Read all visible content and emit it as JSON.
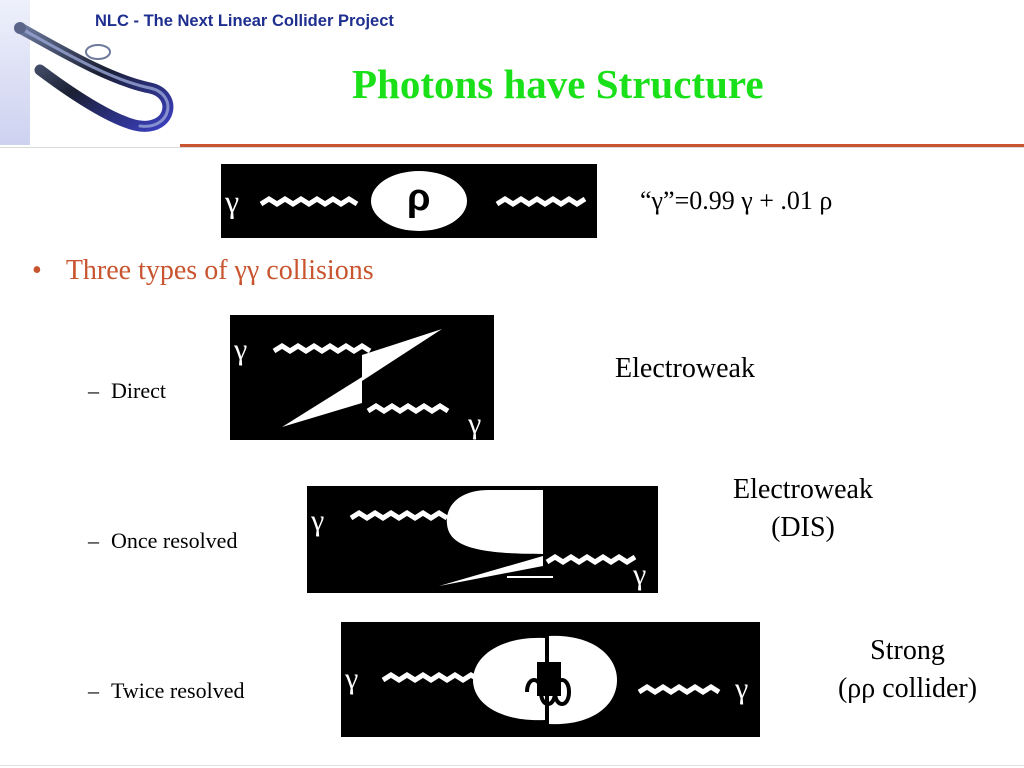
{
  "header": {
    "project_name": "NLC - The Next Linear Collider Project",
    "title": "Photons have Structure"
  },
  "rho_diagram": {
    "gamma_label": "γ",
    "rho_label": "ρ",
    "formula": "“γ”=0.99 γ + .01 ρ"
  },
  "main_bullet": {
    "marker": "•",
    "text": "Three types of γγ collisions"
  },
  "collision_types": [
    {
      "marker": "–",
      "name": "Direct",
      "interaction": [
        "Electroweak"
      ],
      "gamma_label": "γ"
    },
    {
      "marker": "–",
      "name": "Once resolved",
      "interaction": [
        "Electroweak",
        "(DIS)"
      ],
      "gamma_label": "γ"
    },
    {
      "marker": "–",
      "name": "Twice resolved",
      "interaction": [
        "Strong",
        "(ρρ collider)"
      ],
      "gamma_label": "γ"
    }
  ],
  "colors": {
    "title": "#19e019",
    "project_name": "#1f2f8f",
    "bullet": "#c8552f",
    "rule": "#c8552f"
  }
}
